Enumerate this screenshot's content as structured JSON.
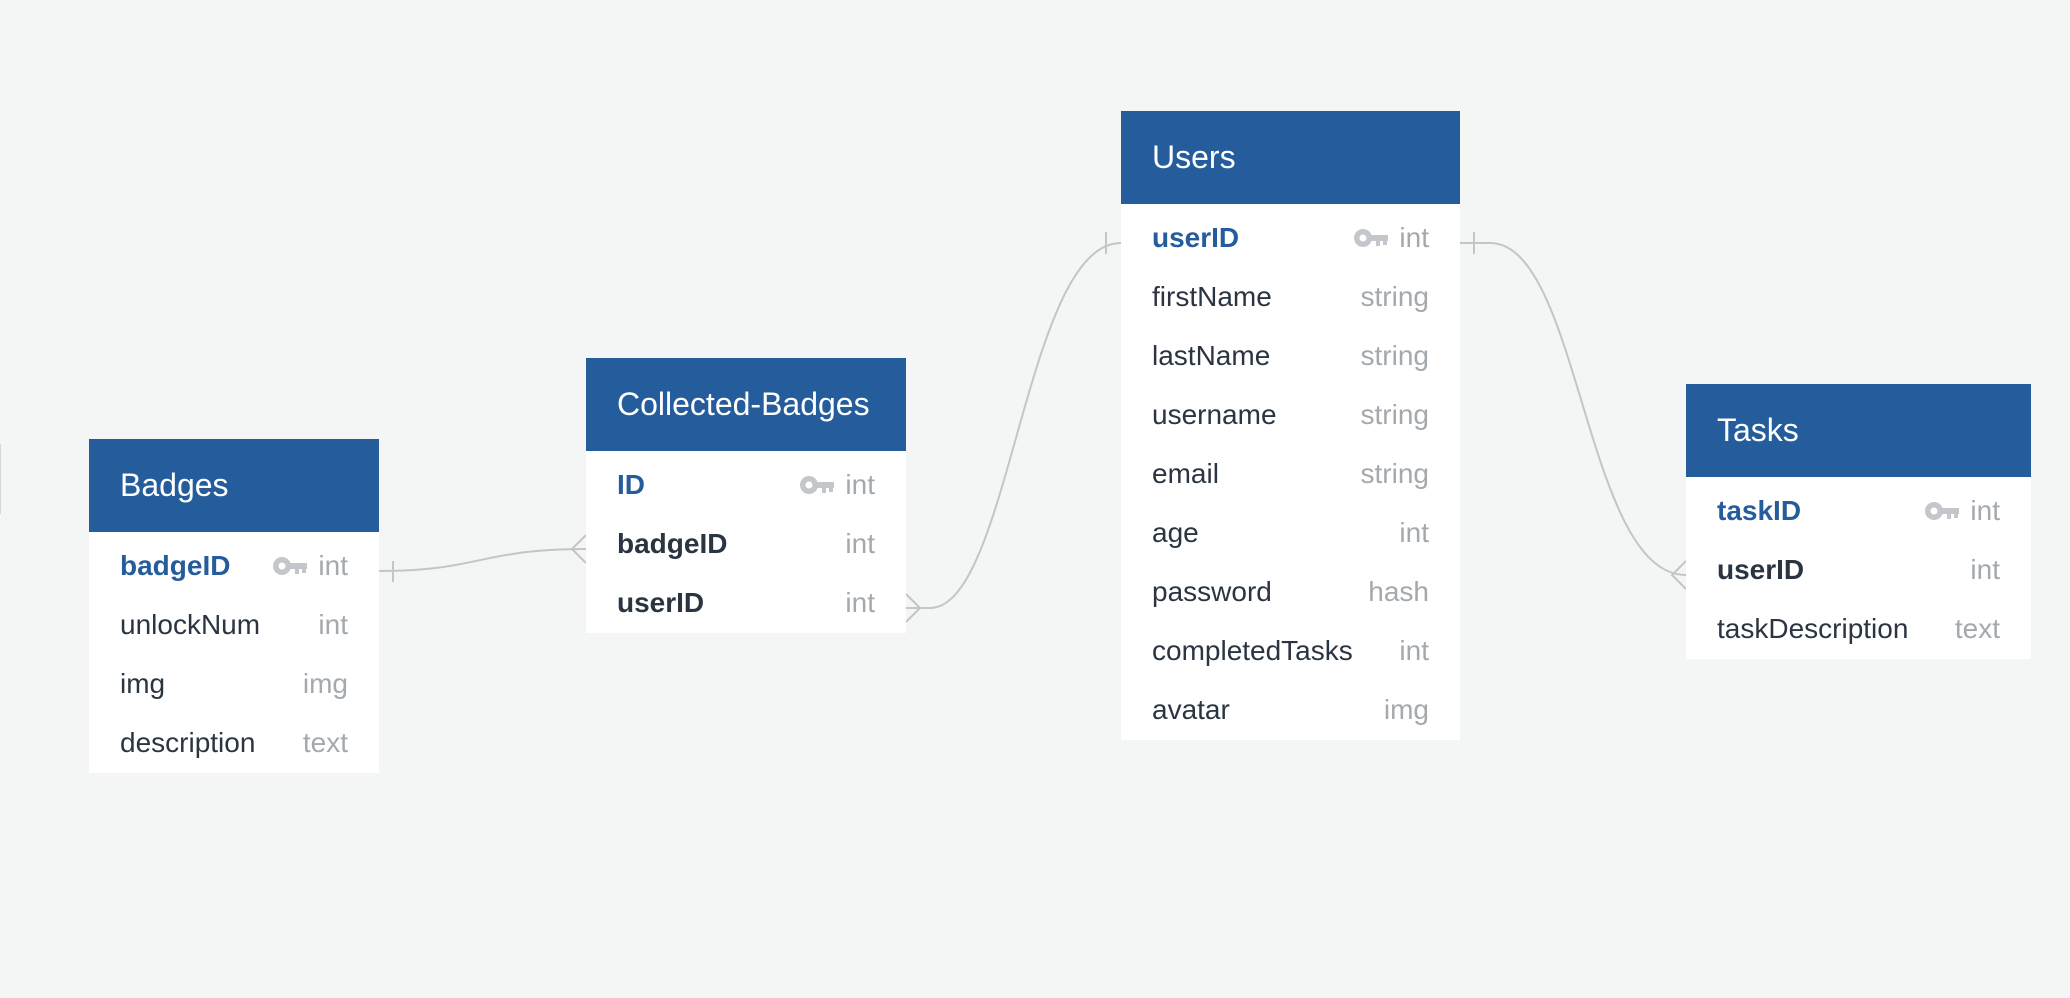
{
  "colors": {
    "canvas_background": "#f4f5f5",
    "header_background": "#245c9c",
    "header_text": "#ffffff",
    "primary_key_text": "#245c9c",
    "field_text": "#2a3541",
    "type_text": "#a4a9ae",
    "connector_line": "#c3c5c7"
  },
  "tables": {
    "badges": {
      "title": "Badges",
      "fields": [
        {
          "name": "badgeID",
          "type": "int",
          "key": "primary",
          "icon": "key-icon"
        },
        {
          "name": "unlockNum",
          "type": "int"
        },
        {
          "name": "img",
          "type": "img"
        },
        {
          "name": "description",
          "type": "text"
        }
      ]
    },
    "collected_badges": {
      "title": "Collected-Badges",
      "fields": [
        {
          "name": "ID",
          "type": "int",
          "key": "primary",
          "icon": "key-icon"
        },
        {
          "name": "badgeID",
          "type": "int",
          "key": "foreign"
        },
        {
          "name": "userID",
          "type": "int",
          "key": "foreign"
        }
      ]
    },
    "users": {
      "title": "Users",
      "fields": [
        {
          "name": "userID",
          "type": "int",
          "key": "primary",
          "icon": "key-icon"
        },
        {
          "name": "firstName",
          "type": "string"
        },
        {
          "name": "lastName",
          "type": "string"
        },
        {
          "name": "username",
          "type": "string"
        },
        {
          "name": "email",
          "type": "string"
        },
        {
          "name": "age",
          "type": "int"
        },
        {
          "name": "password",
          "type": "hash"
        },
        {
          "name": "completedTasks",
          "type": "int"
        },
        {
          "name": "avatar",
          "type": "img"
        }
      ]
    },
    "tasks": {
      "title": "Tasks",
      "fields": [
        {
          "name": "taskID",
          "type": "int",
          "key": "primary",
          "icon": "key-icon"
        },
        {
          "name": "userID",
          "type": "int",
          "key": "foreign"
        },
        {
          "name": "taskDescription",
          "type": "text"
        }
      ]
    }
  },
  "relationships": [
    {
      "from": "Badges.badgeID",
      "from_cardinality": "one",
      "to": "Collected-Badges.badgeID",
      "to_cardinality": "many"
    },
    {
      "from": "Collected-Badges.userID",
      "from_cardinality": "many",
      "to": "Users.userID",
      "to_cardinality": "one"
    },
    {
      "from": "Users.userID",
      "from_cardinality": "one",
      "to": "Tasks.userID",
      "to_cardinality": "many"
    }
  ]
}
